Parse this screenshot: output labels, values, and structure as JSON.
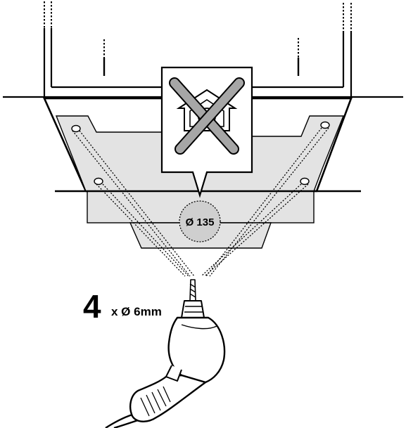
{
  "diagram": {
    "hole_diameter_label": "Ø 135",
    "hole_count": "4",
    "hole_spec_label": "x Ø 6mm",
    "prohibition_icon": "crossed-out-smoke-detector-icon",
    "tool_icon": "power-drill-icon",
    "colors": {
      "line": "#000000",
      "panel_fill": "#e3e3e3",
      "circle_fill": "#cfcfcf",
      "background": "#ffffff"
    }
  }
}
